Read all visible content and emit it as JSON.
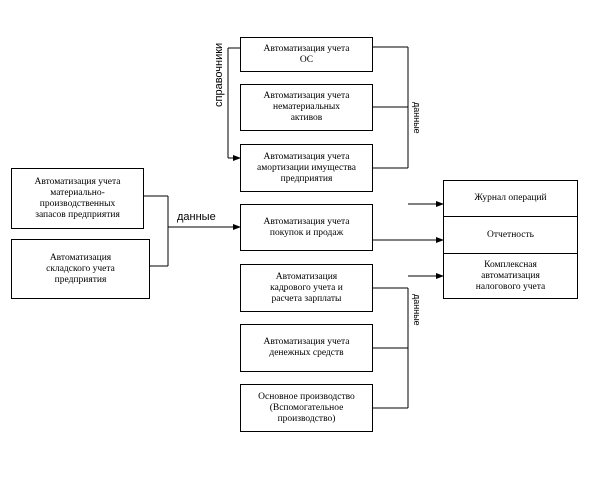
{
  "left_boxes": [
    "Автоматизация учета\nматериально-\nпроизводственных\nзапасов предприятия",
    "Автоматизация\nскладского учета\nпредприятия"
  ],
  "middle_boxes": [
    "Автоматизация учета\nОС",
    "Автоматизация учета\nнематериальных\nактивов",
    "Автоматизация учета\nамортизации имущества\nпредприятия",
    "Автоматизация учета\nпокупок и продаж",
    "Автоматизация\nкадрового учета и\nрасчета зарплаты",
    "Автоматизация учета\nденежных средств",
    "Основное производство\n(Вспомогательное\nпроизводство)"
  ],
  "right_box": {
    "rows": [
      "Журнал операций",
      "Отчетность",
      "Комплексная\nавтоматизация\nналогового учета"
    ]
  },
  "labels": {
    "dannye_horizontal": "данные",
    "spravochniki": "справочники",
    "dannye_upper": "данные",
    "dannye_lower": "данные"
  }
}
